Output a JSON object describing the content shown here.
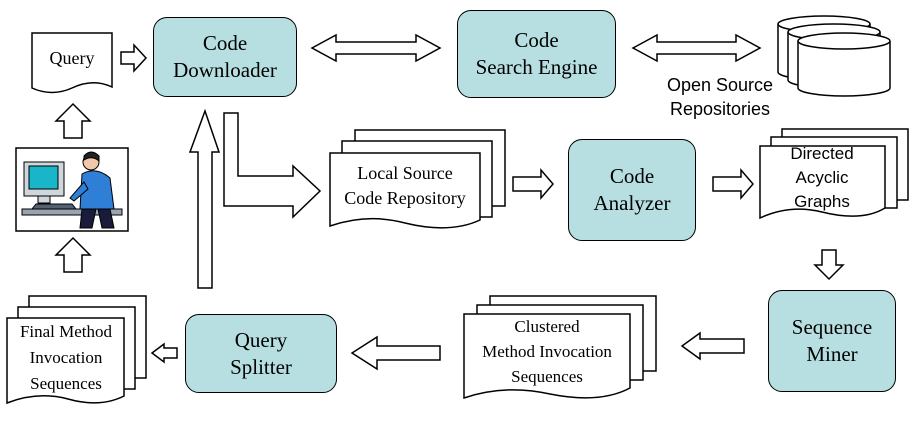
{
  "colors": {
    "process_fill": "#b7dfe2",
    "stroke": "#000000",
    "background": "#ffffff"
  },
  "nodes": {
    "query": {
      "lines": [
        "Query"
      ]
    },
    "code_downloader": {
      "lines": [
        "Code",
        "Downloader"
      ]
    },
    "code_search_engine": {
      "lines": [
        "Code",
        "Search Engine"
      ]
    },
    "open_source_repositories": {
      "lines": [
        "Open Source",
        "Repositories"
      ],
      "icon": "database-cylinders-icon"
    },
    "local_source_code_repository": {
      "lines": [
        "Local Source",
        "Code Repository"
      ]
    },
    "code_analyzer": {
      "lines": [
        "Code",
        "Analyzer"
      ]
    },
    "directed_acyclic_graphs": {
      "lines": [
        "Directed",
        "Acyclic",
        "Graphs"
      ]
    },
    "sequence_miner": {
      "lines": [
        "Sequence",
        "Miner"
      ]
    },
    "clustered_sequences": {
      "lines": [
        "Clustered",
        "Method Invocation",
        "Sequences"
      ]
    },
    "query_splitter": {
      "lines": [
        "Query",
        "Splitter"
      ]
    },
    "final_sequences": {
      "lines": [
        "Final Method",
        "Invocation",
        "Sequences"
      ]
    },
    "user": {
      "icon": "user-at-computer-icon"
    }
  }
}
